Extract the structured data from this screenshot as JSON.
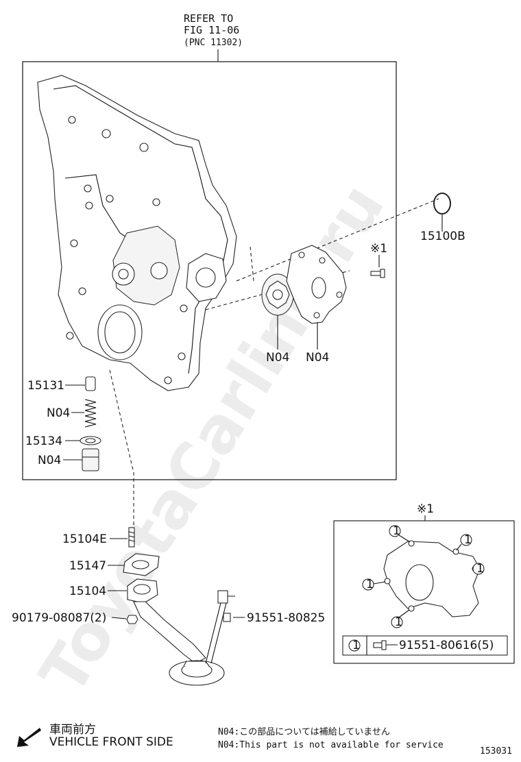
{
  "watermark": "ToyotaCarline.ru",
  "refer": {
    "line1": "REFER TO",
    "line2": "FIG 11-06",
    "line3": "(PNC 11302)"
  },
  "labels": {
    "p15100B": "15100B",
    "n04_rotor": "N04",
    "n04_pump": "N04",
    "p15131": "15131",
    "n04_spring": "N04",
    "p15134": "15134",
    "n04_plug": "N04",
    "p15104E": "15104E",
    "p15147": "15147",
    "p15104": "15104",
    "p90179": "90179-08087(2)",
    "p91551a": "91551-80825",
    "ref_mark": "※1"
  },
  "detail": {
    "title": "※1",
    "callout": "1",
    "legend_symbol": "1",
    "legend_part": "91551-80616(5)"
  },
  "footer": {
    "direction_jp": "車両前方",
    "direction_en": "VEHICLE FRONT SIDE",
    "note_jp": "N04:この部品については補給していません",
    "note_en": "N04:This part is not available for service",
    "figure_number": "153031"
  }
}
